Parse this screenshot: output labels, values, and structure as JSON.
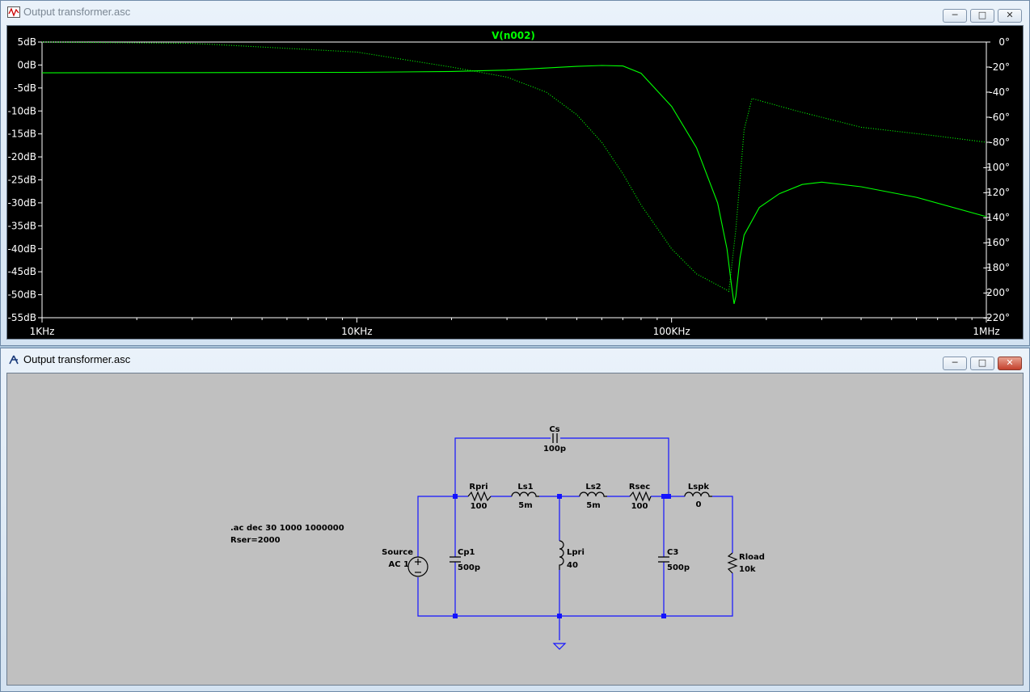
{
  "waveform_window": {
    "title": "Output transformer.asc",
    "controls": [
      "─",
      "□",
      "✕"
    ]
  },
  "schematic_window": {
    "title": "Output transformer.asc",
    "controls": [
      "─",
      "□",
      "✕"
    ]
  },
  "chart_data": {
    "type": "line",
    "title": "V(n002)",
    "x_scale": "log",
    "xlim": [
      1000,
      1000000
    ],
    "x_tick_labels": [
      "1KHz",
      "10KHz",
      "100KHz",
      "1MHz"
    ],
    "left_axis": {
      "unit": "dB",
      "ylim": [
        -55,
        5
      ],
      "tick_labels": [
        "5dB",
        "0dB",
        "-5dB",
        "-10dB",
        "-15dB",
        "-20dB",
        "-25dB",
        "-30dB",
        "-35dB",
        "-40dB",
        "-45dB",
        "-50dB",
        "-55dB"
      ]
    },
    "right_axis": {
      "unit": "°",
      "ylim": [
        -220,
        0
      ],
      "tick_labels": [
        "0°",
        "-20°",
        "-40°",
        "-60°",
        "-80°",
        "-100°",
        "-120°",
        "-140°",
        "-160°",
        "-180°",
        "-200°",
        "-220°"
      ]
    },
    "series": [
      {
        "name": "magnitude",
        "style": "solid",
        "color": "#00ff00",
        "x": [
          1000,
          10000,
          20000,
          30000,
          50000,
          60000,
          70000,
          80000,
          100000,
          120000,
          140000,
          150000,
          155000,
          158000,
          160000,
          165000,
          170000,
          190000,
          220000,
          260000,
          300000,
          400000,
          600000,
          1000000
        ],
        "y": [
          -1.7,
          -1.6,
          -1.4,
          -1.1,
          -0.3,
          -0.1,
          -0.2,
          -1.8,
          -9,
          -18,
          -30,
          -40,
          -48,
          -52,
          -50.4,
          -42,
          -37,
          -31,
          -28,
          -26,
          -25.5,
          -26.5,
          -28.8,
          -33
        ]
      },
      {
        "name": "phase",
        "style": "dotted",
        "color": "#00ff00",
        "x": [
          1000,
          3000,
          10000,
          20000,
          30000,
          40000,
          50000,
          60000,
          70000,
          80000,
          100000,
          120000,
          140000,
          150000,
          152000,
          160000,
          170000,
          180000,
          250000,
          400000,
          700000,
          1000000
        ],
        "y": [
          0,
          -1,
          -8,
          -20,
          -28,
          -40,
          -58,
          -80,
          -105,
          -130,
          -165,
          -185,
          -194,
          -198,
          -199,
          -150,
          -70,
          -45,
          -55,
          -68,
          -75,
          -80
        ]
      }
    ]
  },
  "schematic": {
    "directive_line1": ".ac dec 30 1000 1000000",
    "directive_line2": "Rser=2000",
    "components": {
      "cs_name": "Cs",
      "cs_value": "100p",
      "rpri_name": "Rpri",
      "rpri_value": "100",
      "ls1_name": "Ls1",
      "ls1_value": "5m",
      "ls2_name": "Ls2",
      "ls2_value": "5m",
      "rsec_name": "Rsec",
      "rsec_value": "100",
      "lspk_name": "Lspk",
      "lspk_value": "0",
      "source_name": "Source",
      "source_value": "AC 1",
      "cp1_name": "Cp1",
      "cp1_value": "500p",
      "lpri_name": "Lpri",
      "lpri_value": "40",
      "c3_name": "C3",
      "c3_value": "500p",
      "rload_name": "Rload",
      "rload_value": "10k"
    }
  }
}
